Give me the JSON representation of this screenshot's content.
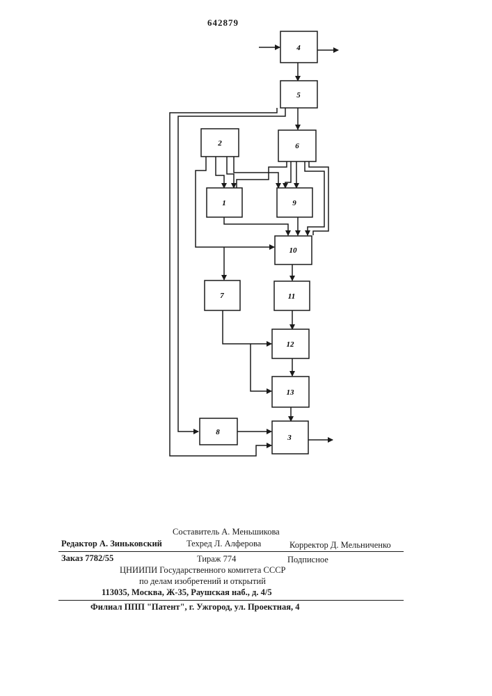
{
  "patent_number": "642879",
  "diagram": {
    "blocks": [
      {
        "id": "b4",
        "label": "4"
      },
      {
        "id": "b5",
        "label": "5"
      },
      {
        "id": "b2",
        "label": "2"
      },
      {
        "id": "b6",
        "label": "6"
      },
      {
        "id": "b1",
        "label": "1"
      },
      {
        "id": "b9",
        "label": "9"
      },
      {
        "id": "b10",
        "label": "10"
      },
      {
        "id": "b7",
        "label": "7"
      },
      {
        "id": "b11",
        "label": "11"
      },
      {
        "id": "b12",
        "label": "12"
      },
      {
        "id": "b13",
        "label": "13"
      },
      {
        "id": "b8",
        "label": "8"
      },
      {
        "id": "b3",
        "label": "3"
      }
    ]
  },
  "imprint": {
    "compiler": "Составитель А. Меньшикова",
    "editor": "Редактор А. Зиньковский",
    "techred": "Техред Л. Алферова",
    "corrector": "Корректор Д. Мельниченко",
    "order": "Заказ 7782/55",
    "circulation": "Тираж  774",
    "subscription": "Подписное",
    "org_line1": "ЦНИИПИ Государственного комитета СССР",
    "org_line2": "по делам изобретений и открытий",
    "address": "113035, Москва, Ж-35, Раушская наб., д. 4/5",
    "branch": "Филиал ППП \"Патент\", г. Ужгород, ул. Проектная, 4"
  }
}
